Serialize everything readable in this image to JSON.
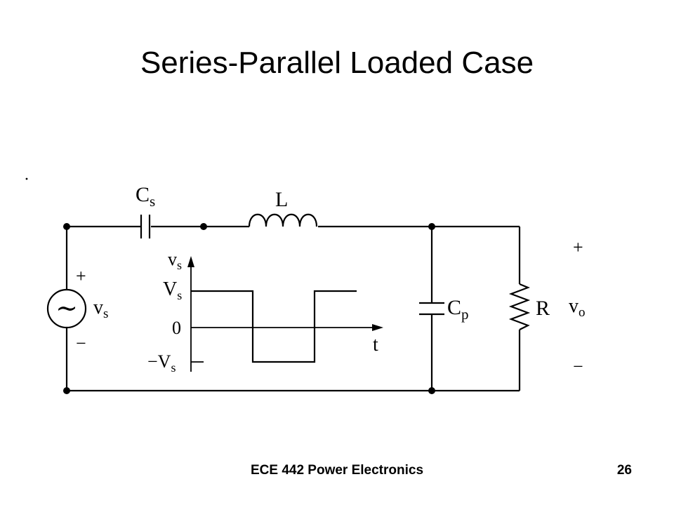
{
  "slide": {
    "title": "Series-Parallel Loaded Case",
    "footer_course": "ECE 442 Power Electronics",
    "page_number": "26"
  },
  "circuit": {
    "cs": {
      "main": "C",
      "sub": "s"
    },
    "l": "L",
    "source_plus": "+",
    "source_minus": "−",
    "source_symbol": "∼",
    "vs": {
      "main": "v",
      "sub": "s"
    },
    "cp": {
      "main": "C",
      "sub": "p"
    },
    "r": "R",
    "out_plus": "+",
    "out_minus": "−",
    "vo": {
      "main": "v",
      "sub": "o"
    }
  },
  "waveform": {
    "y_axis": {
      "main": "v",
      "sub": "s"
    },
    "x_axis": "t",
    "level_high": {
      "main": "V",
      "sub": "s"
    },
    "level_zero": "0",
    "level_low": {
      "prefix": "−",
      "main": "V",
      "sub": "s"
    }
  }
}
